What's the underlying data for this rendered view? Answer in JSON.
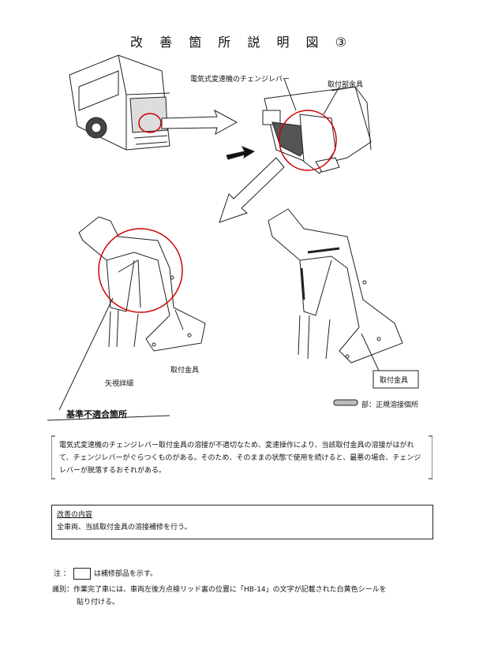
{
  "document": {
    "title": "改 善 箇 所 説 明 図 ③",
    "labels": {
      "shift_lever": "電気式変速機のチェンジレバー",
      "bracket_top": "取付部金具",
      "bracket_left": "取付金具",
      "bracket_right": "取付金具",
      "view_detail": "矢視詳細",
      "nonconforming": "基準不適合箇所",
      "weld_legend": "部：正規溶接個所"
    },
    "problem_text": "電気式変速機のチェンジレバー取付金具の溶接が不適切なため、変速操作により、当該取付金具の溶接がはがれて、チェンジレバーがぐらつくものがある。そのため、そのままの状態で使用を続けると、最悪の場合、チェンジレバーが脱落するおそれがある。",
    "improvement": {
      "heading": "改善の内容",
      "body": "全車両、当該取付金具の溶接補修を行う。"
    },
    "notes": {
      "note_label": "注 ：",
      "note_text": "は補修部品を示す。",
      "ident_label": "識別：",
      "ident_line1": "作業完了車には、車両左後方点検リッド裏の位置に「HB-14」の文字が記載された白黄色シールを",
      "ident_line2": "貼り付ける。"
    }
  }
}
